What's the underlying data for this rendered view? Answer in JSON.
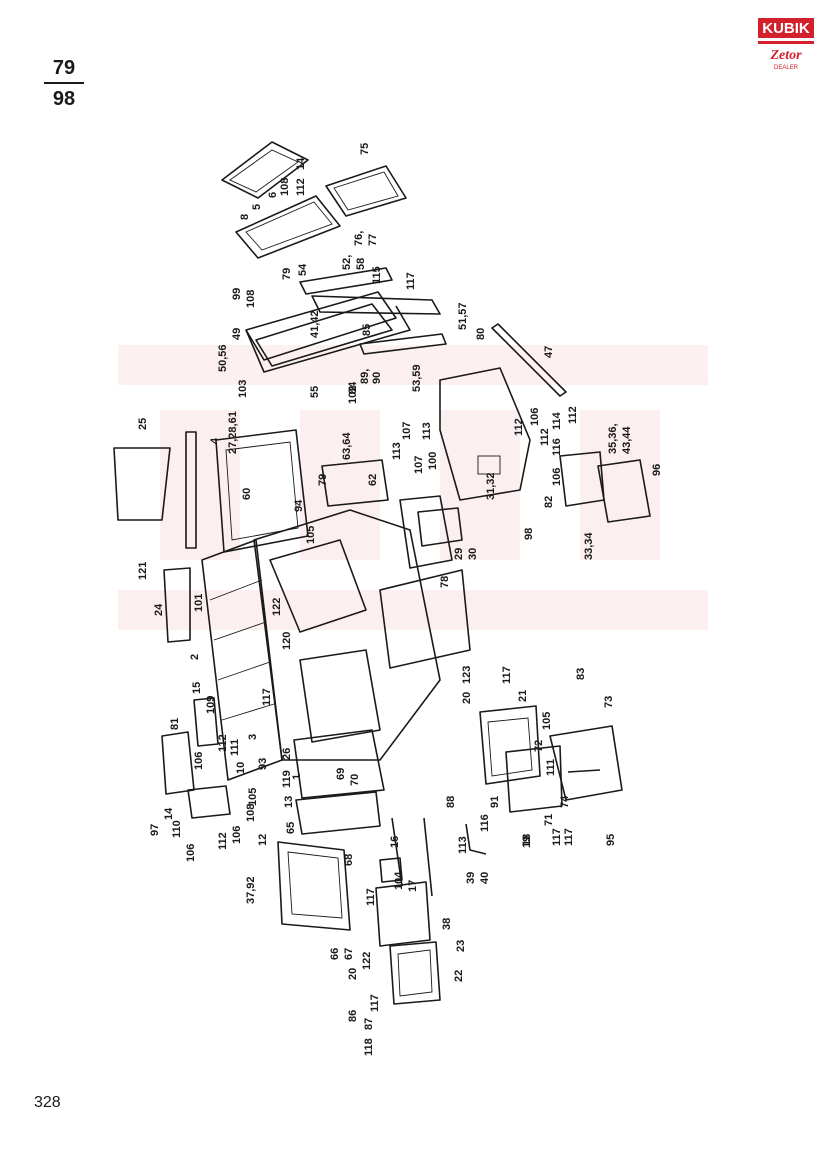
{
  "page": {
    "figure_number": "79",
    "figure_total": "98",
    "page_number": "328"
  },
  "logo": {
    "brand": "KUBIK",
    "sub_brand": "Zetor",
    "caption": "DEALER",
    "colors": {
      "red": "#d3202b",
      "white": "#ffffff"
    }
  },
  "watermark": {
    "color": "#fbe3e3"
  },
  "callouts": [
    {
      "id": "c1",
      "text": "8"
    },
    {
      "id": "c2",
      "text": "5"
    },
    {
      "id": "c3",
      "text": "6"
    },
    {
      "id": "c4",
      "text": "108"
    },
    {
      "id": "c5",
      "text": "112"
    },
    {
      "id": "c6",
      "text": "14"
    },
    {
      "id": "c7",
      "text": "75"
    },
    {
      "id": "c8",
      "text": "76,"
    },
    {
      "id": "c9",
      "text": "77"
    },
    {
      "id": "c10",
      "text": "52,"
    },
    {
      "id": "c11",
      "text": "58"
    },
    {
      "id": "c12",
      "text": "115"
    },
    {
      "id": "c13",
      "text": "117"
    },
    {
      "id": "c14",
      "text": "51,57"
    },
    {
      "id": "c15",
      "text": "79"
    },
    {
      "id": "c16",
      "text": "54"
    },
    {
      "id": "c17",
      "text": "99"
    },
    {
      "id": "c18",
      "text": "108"
    },
    {
      "id": "c19",
      "text": "49"
    },
    {
      "id": "c20",
      "text": "50,56"
    },
    {
      "id": "c21",
      "text": "103"
    },
    {
      "id": "c22",
      "text": "41,42"
    },
    {
      "id": "c23",
      "text": "85"
    },
    {
      "id": "c24",
      "text": "55"
    },
    {
      "id": "c25",
      "text": "84"
    },
    {
      "id": "c26",
      "text": "102"
    },
    {
      "id": "c27",
      "text": "89,"
    },
    {
      "id": "c28",
      "text": "90"
    },
    {
      "id": "c29",
      "text": "53,59"
    },
    {
      "id": "c30",
      "text": "80"
    },
    {
      "id": "c31",
      "text": "47"
    },
    {
      "id": "c32",
      "text": "25"
    },
    {
      "id": "c33",
      "text": "4"
    },
    {
      "id": "c34",
      "text": "27,28,61"
    },
    {
      "id": "c35",
      "text": "60"
    },
    {
      "id": "c36",
      "text": "63,64"
    },
    {
      "id": "c37",
      "text": "113"
    },
    {
      "id": "c38",
      "text": "107"
    },
    {
      "id": "c39",
      "text": "107"
    },
    {
      "id": "c40",
      "text": "113"
    },
    {
      "id": "c41",
      "text": "100"
    },
    {
      "id": "c42",
      "text": "62"
    },
    {
      "id": "c43",
      "text": "79"
    },
    {
      "id": "c44",
      "text": "94"
    },
    {
      "id": "c45",
      "text": "105"
    },
    {
      "id": "c46",
      "text": "31,32"
    },
    {
      "id": "c47",
      "text": "112"
    },
    {
      "id": "c48",
      "text": "106"
    },
    {
      "id": "c49",
      "text": "112"
    },
    {
      "id": "c50",
      "text": "114"
    },
    {
      "id": "c51",
      "text": "35,36,"
    },
    {
      "id": "c52",
      "text": "43,44"
    },
    {
      "id": "c53",
      "text": "116"
    },
    {
      "id": "c54",
      "text": "106"
    },
    {
      "id": "c55",
      "text": "112"
    },
    {
      "id": "c56",
      "text": "96"
    },
    {
      "id": "c57",
      "text": "82"
    },
    {
      "id": "c58",
      "text": "98"
    },
    {
      "id": "c59",
      "text": "33,34"
    },
    {
      "id": "c60",
      "text": "29"
    },
    {
      "id": "c61",
      "text": "30"
    },
    {
      "id": "c62",
      "text": "78"
    },
    {
      "id": "c63",
      "text": "121"
    },
    {
      "id": "c64",
      "text": "24"
    },
    {
      "id": "c65",
      "text": "101"
    },
    {
      "id": "c66",
      "text": "2"
    },
    {
      "id": "c67",
      "text": "122"
    },
    {
      "id": "c68",
      "text": "120"
    },
    {
      "id": "c69",
      "text": "15"
    },
    {
      "id": "c70",
      "text": "109"
    },
    {
      "id": "c71",
      "text": "81"
    },
    {
      "id": "c72",
      "text": "117"
    },
    {
      "id": "c73",
      "text": "123"
    },
    {
      "id": "c74",
      "text": "117"
    },
    {
      "id": "c75",
      "text": "20"
    },
    {
      "id": "c76",
      "text": "21"
    },
    {
      "id": "c77",
      "text": "83"
    },
    {
      "id": "c78",
      "text": "73"
    },
    {
      "id": "c79",
      "text": "105"
    },
    {
      "id": "c80",
      "text": "72"
    },
    {
      "id": "c81",
      "text": "111"
    },
    {
      "id": "c82",
      "text": "74"
    },
    {
      "id": "c83",
      "text": "71"
    },
    {
      "id": "c84",
      "text": "117"
    },
    {
      "id": "c85",
      "text": "95"
    },
    {
      "id": "c86",
      "text": "106"
    },
    {
      "id": "c87",
      "text": "112"
    },
    {
      "id": "c88",
      "text": "111"
    },
    {
      "id": "c89",
      "text": "10"
    },
    {
      "id": "c90",
      "text": "3"
    },
    {
      "id": "c91",
      "text": "93"
    },
    {
      "id": "c92",
      "text": "26"
    },
    {
      "id": "c93",
      "text": "119"
    },
    {
      "id": "c94",
      "text": "1"
    },
    {
      "id": "c95",
      "text": "69"
    },
    {
      "id": "c96",
      "text": "70"
    },
    {
      "id": "c97",
      "text": "105"
    },
    {
      "id": "c98",
      "text": "13"
    },
    {
      "id": "c99",
      "text": "97"
    },
    {
      "id": "c100",
      "text": "14"
    },
    {
      "id": "c101",
      "text": "110"
    },
    {
      "id": "c102",
      "text": "106"
    },
    {
      "id": "c103",
      "text": "112"
    },
    {
      "id": "c104",
      "text": "106"
    },
    {
      "id": "c105",
      "text": "108"
    },
    {
      "id": "c106",
      "text": "12"
    },
    {
      "id": "c107",
      "text": "37,92"
    },
    {
      "id": "c108",
      "text": "65"
    },
    {
      "id": "c109",
      "text": "68"
    },
    {
      "id": "c110",
      "text": "88"
    },
    {
      "id": "c111",
      "text": "91"
    },
    {
      "id": "c112",
      "text": "116"
    },
    {
      "id": "c113",
      "text": "113"
    },
    {
      "id": "c114",
      "text": "18"
    },
    {
      "id": "c115",
      "text": "19"
    },
    {
      "id": "c116",
      "text": "117"
    },
    {
      "id": "c117",
      "text": "39"
    },
    {
      "id": "c118",
      "text": "40"
    },
    {
      "id": "c119",
      "text": "16"
    },
    {
      "id": "c120",
      "text": "104"
    },
    {
      "id": "c121",
      "text": "17"
    },
    {
      "id": "c122",
      "text": "117"
    },
    {
      "id": "c123",
      "text": "38"
    },
    {
      "id": "c124",
      "text": "23"
    },
    {
      "id": "c125",
      "text": "66"
    },
    {
      "id": "c126",
      "text": "67"
    },
    {
      "id": "c127",
      "text": "20"
    },
    {
      "id": "c128",
      "text": "122"
    },
    {
      "id": "c129",
      "text": "22"
    },
    {
      "id": "c130",
      "text": "86"
    },
    {
      "id": "c131",
      "text": "117"
    },
    {
      "id": "c132",
      "text": "118"
    },
    {
      "id": "c133",
      "text": "87"
    }
  ]
}
